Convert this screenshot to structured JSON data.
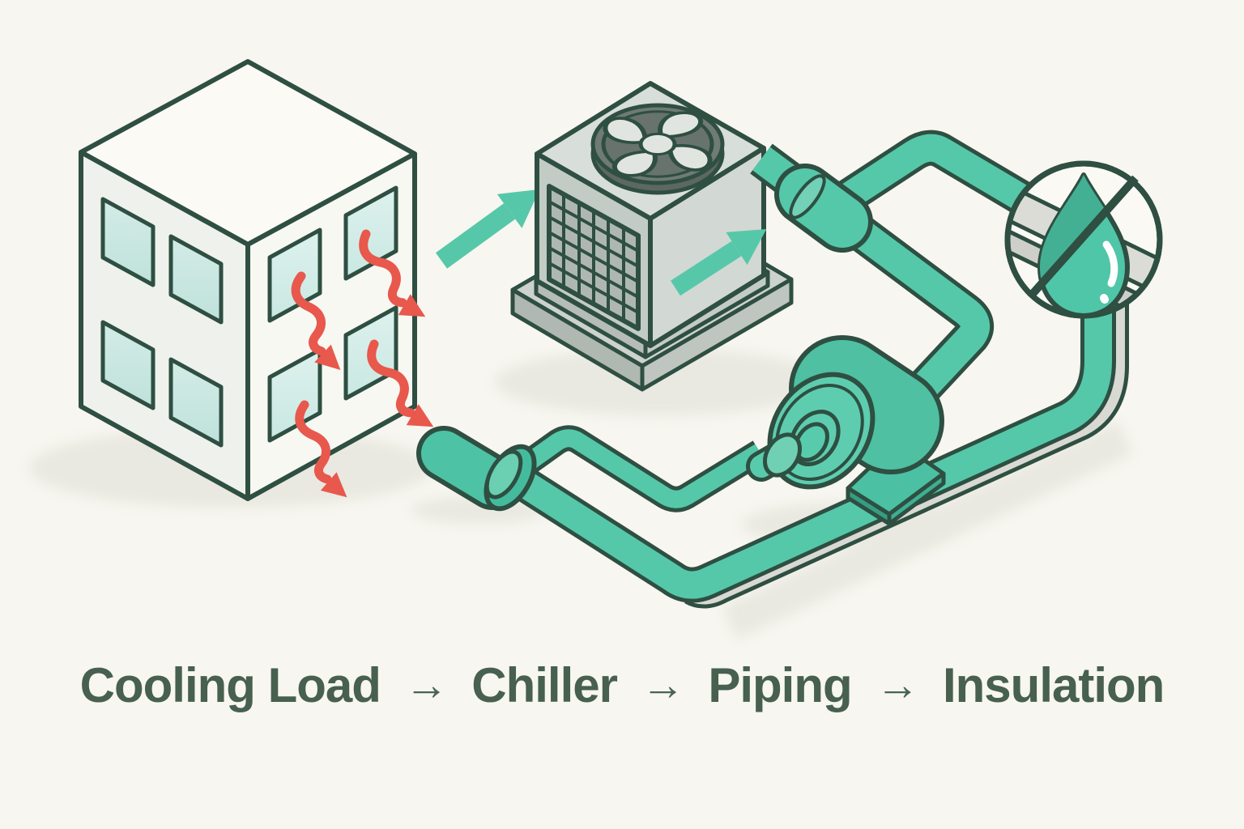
{
  "caption": {
    "steps": [
      {
        "label": "Cooling Load"
      },
      {
        "label": "Chiller"
      },
      {
        "label": "Piping"
      },
      {
        "label": "Insulation"
      }
    ],
    "separator": "→",
    "text_color": "#47604f"
  },
  "scene": {
    "background_color": "#f8f6f0",
    "outline_color": "#2e4f42",
    "palette": {
      "pipe_teal": "#55c8a9",
      "pipe_teal_dark": "#3fae92",
      "pipe_teal_light": "#72d1b6",
      "insulated_pipe_gray": "#d9d9d3",
      "heat_arrow_red": "#e8584c",
      "chiller_gray": "#ccd3ce",
      "window_teal": "#cde9e5",
      "shadow_gray": "#e9e9e1",
      "caption_green": "#47604f"
    },
    "icons": [
      {
        "name": "building-icon",
        "meaning": "building with cooling load"
      },
      {
        "name": "heat-wave-arrow-icon",
        "meaning": "heat gain escaping through windows"
      },
      {
        "name": "flow-arrow-icon",
        "meaning": "flow from building to chiller"
      },
      {
        "name": "fan-icon",
        "meaning": "chiller condenser fan"
      },
      {
        "name": "grille-icon",
        "meaning": "chiller coil grille"
      },
      {
        "name": "pump-icon",
        "meaning": "chilled water circulation pump"
      },
      {
        "name": "pipe-loop-icon",
        "meaning": "chilled water piping loop"
      },
      {
        "name": "no-condensation-icon",
        "meaning": "crossed-out water droplet = insulated piping"
      }
    ]
  }
}
